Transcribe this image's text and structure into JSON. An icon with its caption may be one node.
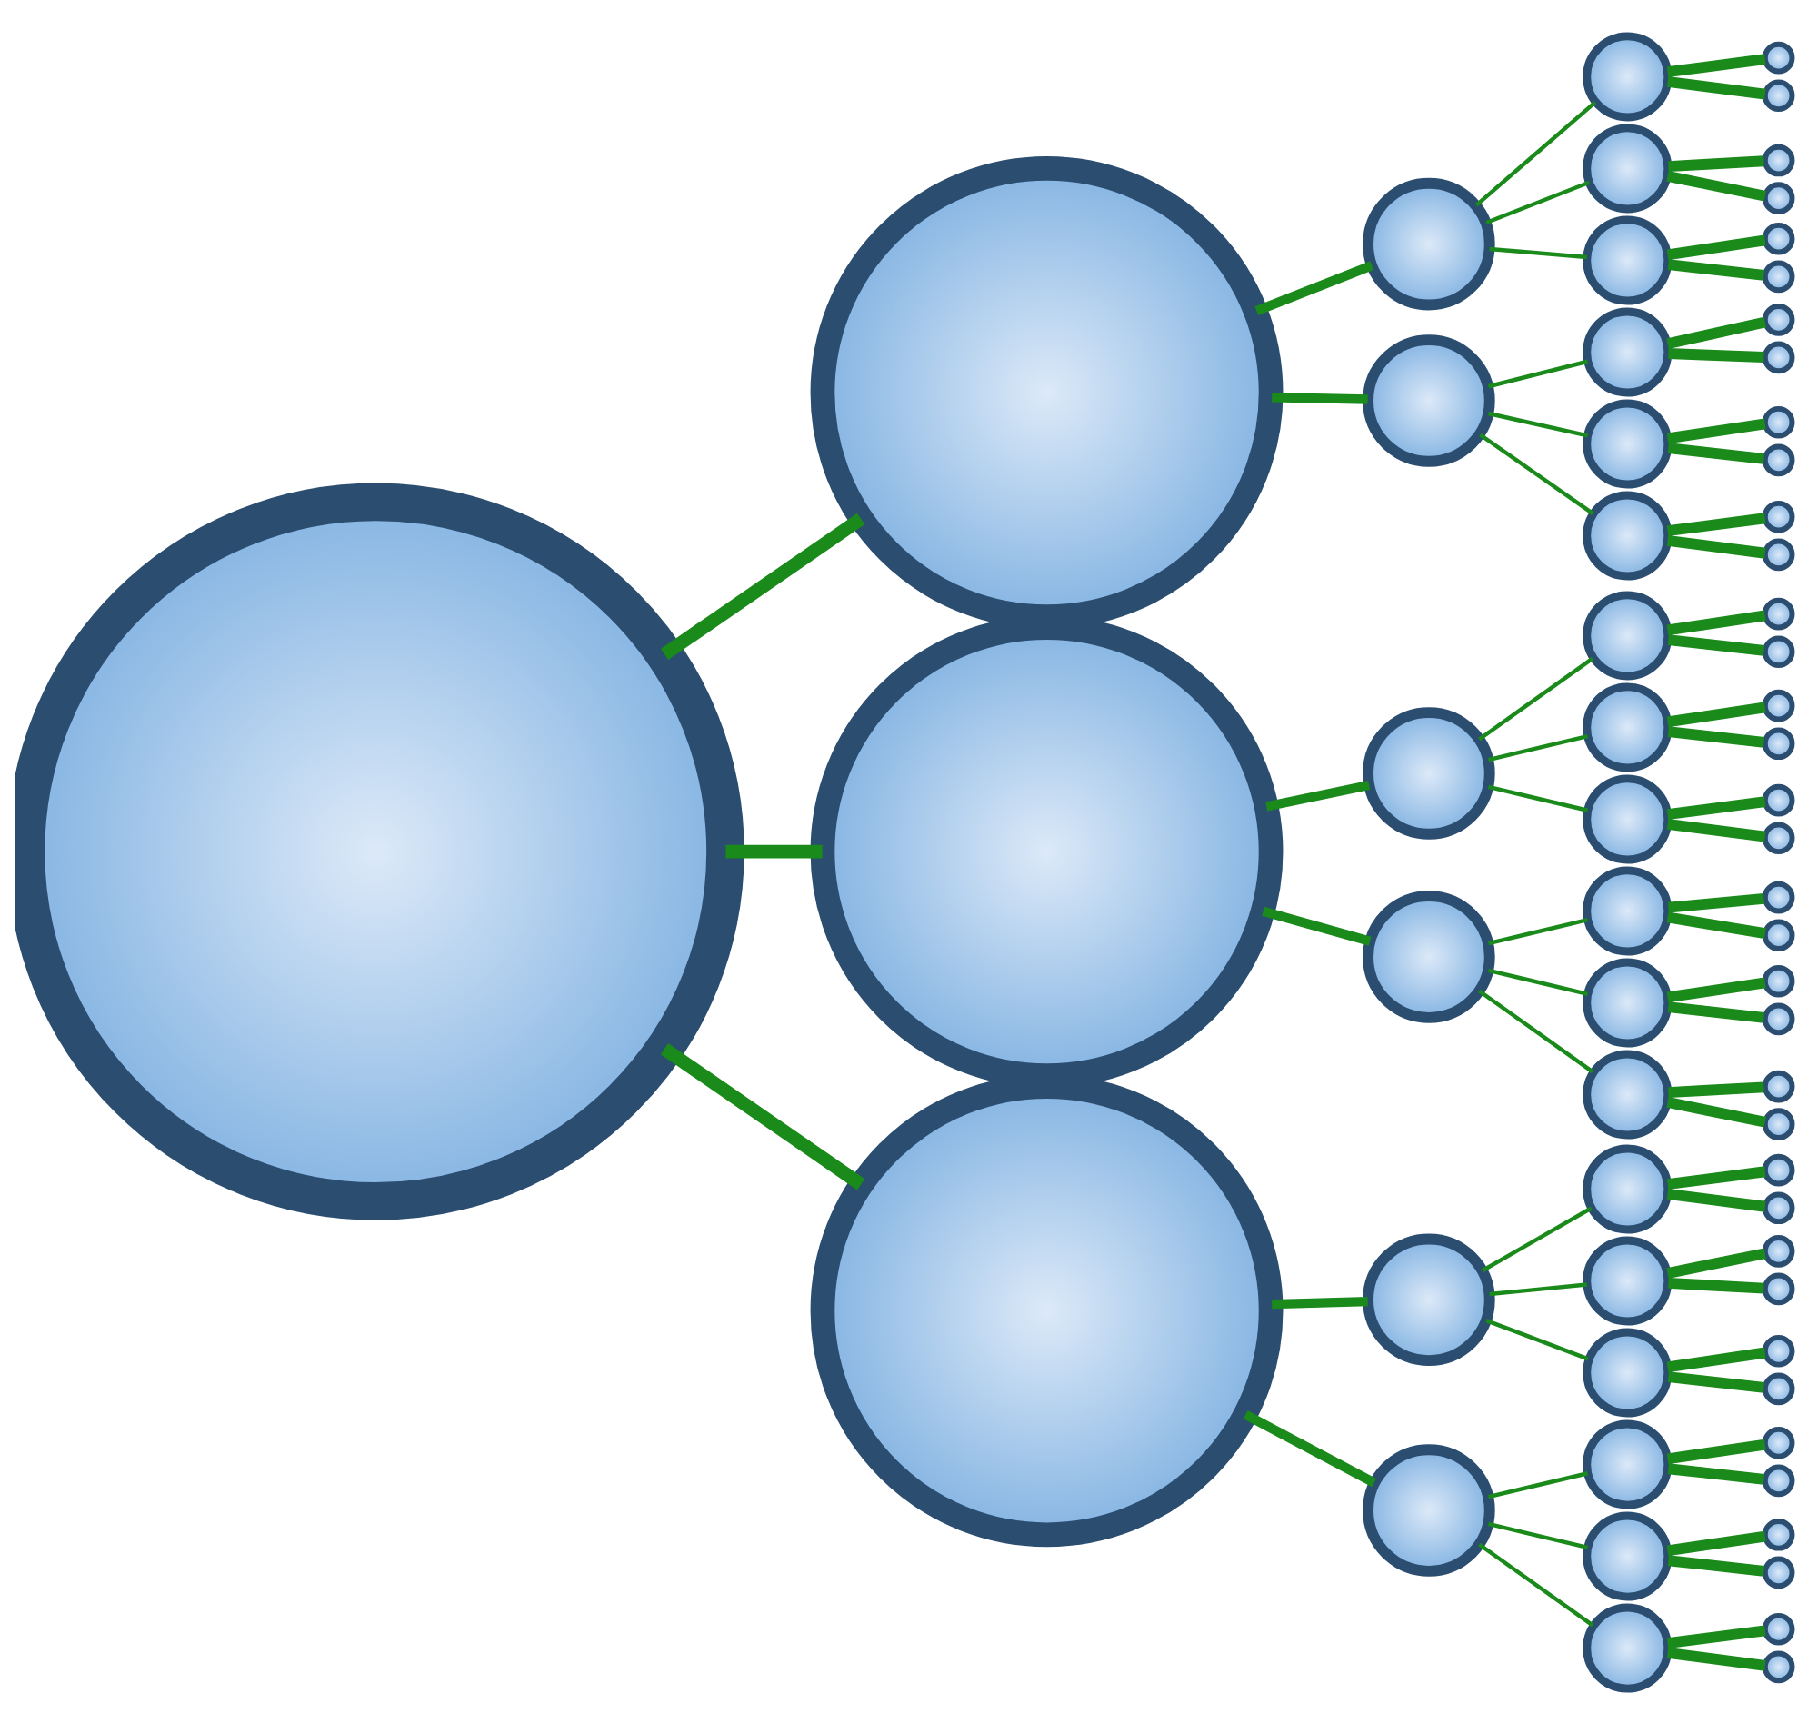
{
  "diagram": {
    "nodes": [
      {
        "text": [],
        "shape": "circle"
      },
      {
        "text": [],
        "shape": "circle"
      },
      {
        "text": [],
        "shape": "circle"
      },
      {
        "text": [],
        "shape": "circle"
      },
      {
        "text": [],
        "shape": "circle"
      },
      {
        "text": [],
        "shape": "circle"
      },
      {
        "text": [],
        "shape": "circle"
      },
      {
        "text": [],
        "shape": "circle"
      },
      {
        "text": [],
        "shape": "circle"
      },
      {
        "text": [],
        "shape": "circle"
      },
      {
        "text": [],
        "shape": "circle"
      },
      {
        "text": [],
        "shape": "circle"
      },
      {
        "text": [],
        "shape": "circle"
      },
      {
        "text": [],
        "shape": "circle"
      },
      {
        "text": [],
        "shape": "circle"
      },
      {
        "text": [],
        "shape": "circle"
      },
      {
        "text": [],
        "shape": "circle"
      },
      {
        "text": [],
        "shape": "circle"
      },
      {
        "text": [],
        "shape": "circle"
      },
      {
        "text": [],
        "shape": "circle"
      },
      {
        "text": [],
        "shape": "circle"
      },
      {
        "text": [],
        "shape": "circle"
      },
      {
        "text": [],
        "shape": "circle"
      },
      {
        "text": [],
        "shape": "circle"
      },
      {
        "text": [],
        "shape": "circle"
      },
      {
        "text": [],
        "shape": "circle"
      },
      {
        "text": [],
        "shape": "circle"
      },
      {
        "text": [],
        "shape": "circle"
      },
      {
        "text": [],
        "shape": "circle"
      },
      {
        "text": [],
        "shape": "circle"
      },
      {
        "text": [],
        "shape": "circle"
      },
      {
        "text": [],
        "shape": "circle"
      },
      {
        "text": [],
        "shape": "circle"
      },
      {
        "text": [],
        "shape": "circle"
      },
      {
        "text": [],
        "shape": "circle"
      },
      {
        "text": [],
        "shape": "circle"
      },
      {
        "text": [],
        "shape": "circle"
      },
      {
        "text": [],
        "shape": "circle"
      },
      {
        "text": [],
        "shape": "circle"
      },
      {
        "text": [],
        "shape": "circle"
      },
      {
        "text": [],
        "shape": "circle"
      },
      {
        "text": [],
        "shape": "circle"
      },
      {
        "text": [],
        "shape": "circle"
      },
      {
        "text": [],
        "shape": "circle"
      },
      {
        "text": [],
        "shape": "circle"
      },
      {
        "text": [],
        "shape": "circle"
      },
      {
        "text": [],
        "shape": "circle"
      },
      {
        "text": [],
        "shape": "circle"
      },
      {
        "text": [],
        "shape": "circle"
      },
      {
        "text": [],
        "shape": "circle"
      },
      {
        "text": [],
        "shape": "circle"
      },
      {
        "text": [],
        "shape": "circle"
      },
      {
        "text": [],
        "shape": "circle"
      },
      {
        "text": [],
        "shape": "circle"
      },
      {
        "text": [],
        "shape": "circle"
      },
      {
        "text": [],
        "shape": "circle"
      },
      {
        "text": [],
        "shape": "circle"
      },
      {
        "text": [],
        "shape": "circle"
      },
      {
        "text": [],
        "shape": "circle"
      },
      {
        "text": [],
        "shape": "circle"
      },
      {
        "text": [],
        "shape": "circle"
      },
      {
        "text": [],
        "shape": "circle"
      },
      {
        "text": [],
        "shape": "circle"
      },
      {
        "text": [],
        "shape": "circle"
      }
    ],
    "edges": [
      {
        "from": 0,
        "to": 1,
        "arrow": "none"
      },
      {
        "from": 0,
        "to": 2,
        "arrow": "none"
      },
      {
        "from": 0,
        "to": 3,
        "arrow": "none"
      },
      {
        "from": 1,
        "to": 4,
        "arrow": "none"
      },
      {
        "from": 1,
        "to": 5,
        "arrow": "none"
      },
      {
        "from": 2,
        "to": 6,
        "arrow": "none"
      },
      {
        "from": 2,
        "to": 7,
        "arrow": "none"
      },
      {
        "from": 3,
        "to": 8,
        "arrow": "none"
      },
      {
        "from": 3,
        "to": 9,
        "arrow": "none"
      },
      {
        "from": 4,
        "to": 10,
        "arrow": "none"
      },
      {
        "from": 4,
        "to": 11,
        "arrow": "none"
      },
      {
        "from": 4,
        "to": 12,
        "arrow": "none"
      },
      {
        "from": 5,
        "to": 13,
        "arrow": "none"
      },
      {
        "from": 5,
        "to": 14,
        "arrow": "none"
      },
      {
        "from": 5,
        "to": 15,
        "arrow": "none"
      },
      {
        "from": 6,
        "to": 16,
        "arrow": "none"
      },
      {
        "from": 6,
        "to": 17,
        "arrow": "none"
      },
      {
        "from": 6,
        "to": 18,
        "arrow": "none"
      },
      {
        "from": 7,
        "to": 19,
        "arrow": "none"
      },
      {
        "from": 7,
        "to": 20,
        "arrow": "none"
      },
      {
        "from": 7,
        "to": 21,
        "arrow": "none"
      },
      {
        "from": 8,
        "to": 22,
        "arrow": "none"
      },
      {
        "from": 8,
        "to": 23,
        "arrow": "none"
      },
      {
        "from": 8,
        "to": 24,
        "arrow": "none"
      },
      {
        "from": 9,
        "to": 25,
        "arrow": "none"
      },
      {
        "from": 9,
        "to": 26,
        "arrow": "none"
      },
      {
        "from": 9,
        "to": 27,
        "arrow": "none"
      },
      {
        "from": 10,
        "to": 28,
        "arrow": "none"
      },
      {
        "from": 10,
        "to": 29,
        "arrow": "none"
      },
      {
        "from": 11,
        "to": 30,
        "arrow": "none"
      },
      {
        "from": 11,
        "to": 31,
        "arrow": "none"
      },
      {
        "from": 12,
        "to": 32,
        "arrow": "none"
      },
      {
        "from": 12,
        "to": 33,
        "arrow": "none"
      },
      {
        "from": 13,
        "to": 34,
        "arrow": "none"
      },
      {
        "from": 13,
        "to": 35,
        "arrow": "none"
      },
      {
        "from": 14,
        "to": 36,
        "arrow": "none"
      },
      {
        "from": 14,
        "to": 37,
        "arrow": "none"
      },
      {
        "from": 15,
        "to": 38,
        "arrow": "none"
      },
      {
        "from": 15,
        "to": 39,
        "arrow": "none"
      },
      {
        "from": 16,
        "to": 40,
        "arrow": "none"
      },
      {
        "from": 16,
        "to": 41,
        "arrow": "none"
      },
      {
        "from": 17,
        "to": 42,
        "arrow": "none"
      },
      {
        "from": 17,
        "to": 43,
        "arrow": "none"
      },
      {
        "from": 18,
        "to": 44,
        "arrow": "none"
      },
      {
        "from": 18,
        "to": 45,
        "arrow": "none"
      },
      {
        "from": 19,
        "to": 46,
        "arrow": "none"
      },
      {
        "from": 19,
        "to": 47,
        "arrow": "none"
      },
      {
        "from": 20,
        "to": 48,
        "arrow": "none"
      },
      {
        "from": 20,
        "to": 49,
        "arrow": "none"
      },
      {
        "from": 21,
        "to": 50,
        "arrow": "none"
      },
      {
        "from": 21,
        "to": 51,
        "arrow": "none"
      },
      {
        "from": 22,
        "to": 52,
        "arrow": "none"
      },
      {
        "from": 22,
        "to": 53,
        "arrow": "none"
      },
      {
        "from": 23,
        "to": 54,
        "arrow": "none"
      },
      {
        "from": 23,
        "to": 55,
        "arrow": "none"
      },
      {
        "from": 24,
        "to": 56,
        "arrow": "none"
      },
      {
        "from": 24,
        "to": 57,
        "arrow": "none"
      },
      {
        "from": 25,
        "to": 58,
        "arrow": "none"
      },
      {
        "from": 25,
        "to": 59,
        "arrow": "none"
      },
      {
        "from": 26,
        "to": 60,
        "arrow": "none"
      },
      {
        "from": 26,
        "to": 61,
        "arrow": "none"
      },
      {
        "from": 27,
        "to": 62,
        "arrow": "none"
      },
      {
        "from": 27,
        "to": 63,
        "arrow": "none"
      }
    ]
  }
}
